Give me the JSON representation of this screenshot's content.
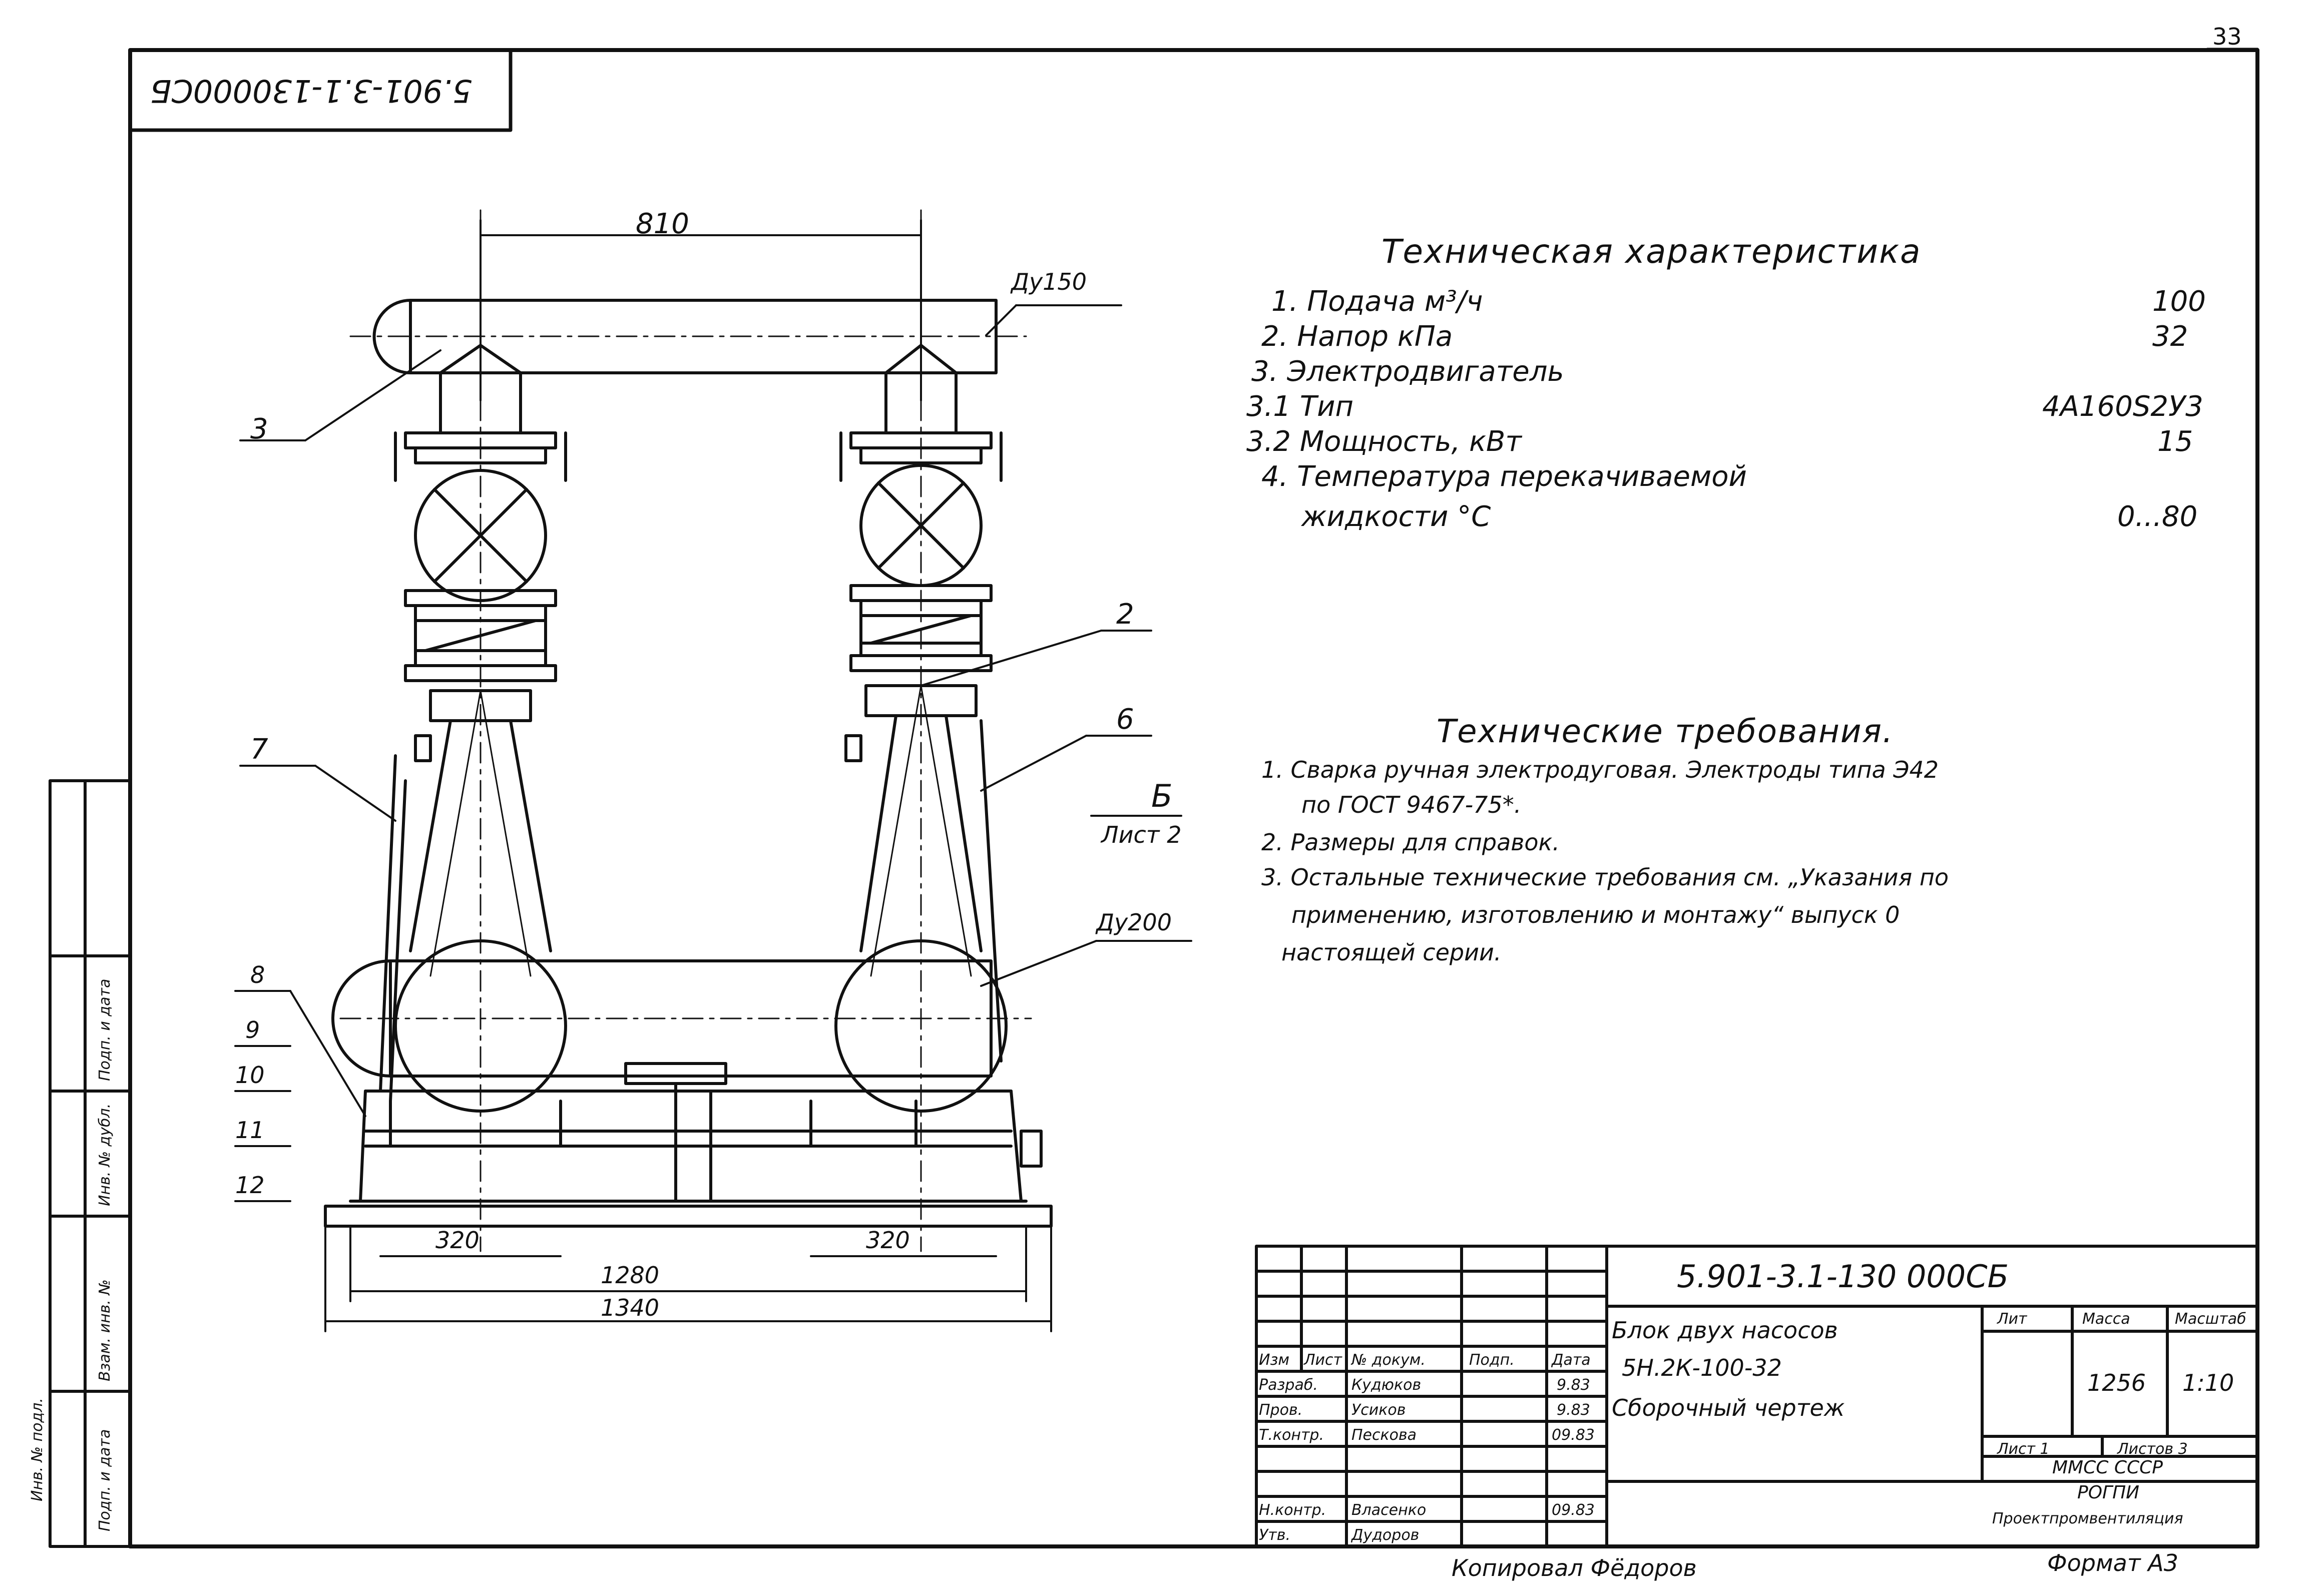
{
  "sheet": {
    "page_number": "33",
    "code_rotated": "5.901-3.1-130000СБ",
    "copied_by": "Копировал Фёдоров",
    "format": "Формат А3"
  },
  "labels": {
    "dim_810": "810",
    "dn150": "Ду150",
    "dn200": "Ду200",
    "dim_320_left": "320",
    "dim_320_right": "320",
    "dim_1280": "1280",
    "dim_1340": "1340",
    "view_letter": "Б",
    "view_sheet": "Лист 2",
    "pos_2": "2",
    "pos_3": "3",
    "pos_6": "6",
    "pos_7": "7",
    "pos_8": "8",
    "pos_9": "9",
    "pos_10": "10",
    "pos_11": "11",
    "pos_12": "12"
  },
  "tech_spec": {
    "title": "Техническая характеристика",
    "rows": [
      {
        "label": "1. Подача м³/ч",
        "value": "100"
      },
      {
        "label": "2. Напор кПа",
        "value": "32"
      },
      {
        "label": "3. Электродвигатель",
        "value": ""
      },
      {
        "label": "3.1 Тип",
        "value": "4А160S2У3"
      },
      {
        "label": "3.2 Мощность, кВт",
        "value": "15"
      },
      {
        "label": "4. Температура перекачиваемой",
        "value": ""
      },
      {
        "label": "жидкости °С",
        "value": "0...80"
      }
    ]
  },
  "tech_req": {
    "title": "Технические требования.",
    "lines": [
      "1. Сварка ручная электродуговая. Электроды типа Э42",
      "по ГОСТ 9467-75*.",
      "2. Размеры для справок.",
      "3. Остальные технические требования см. „Указания по",
      "применению, изготовлению и монтажу“ выпуск 0",
      "настоящей серии."
    ]
  },
  "title_block": {
    "doc_code": "5.901-3.1-130 000СБ",
    "name_lines": [
      "Блок двух насосов",
      "5Н.2К-100-32",
      "Сборочный чертеж"
    ],
    "headers": {
      "lit": "Лит",
      "mass": "Масса",
      "scale": "Масштаб"
    },
    "mass_value": "1256",
    "scale_value": "1:10",
    "sheet_label": "Лист 1",
    "sheets_label": "Листов 3",
    "org_lines": [
      "ММСС СССР",
      "РОГПИ",
      "Проектпромвентиляция"
    ],
    "col_headers": [
      "Изм",
      "Лист",
      "№ докум.",
      "Подп.",
      "Дата"
    ],
    "rows": [
      {
        "role": "Разраб.",
        "name": "Кудюков",
        "date": "9.83"
      },
      {
        "role": "Пров.",
        "name": "Усиков",
        "date": "9.83"
      },
      {
        "role": "Т.контр.",
        "name": "Пескова",
        "date": "09.83"
      },
      {
        "role": "Н.контр.",
        "name": "Власенко",
        "date": "09.83"
      },
      {
        "role": "Утв.",
        "name": "Дудоров",
        "date": ""
      }
    ]
  },
  "left_margin": {
    "cells": [
      "Инв. № подл.",
      "Подп. и дата",
      "Взам. инв. №",
      "Инв. № дубл.",
      "Подп. и дата"
    ]
  }
}
